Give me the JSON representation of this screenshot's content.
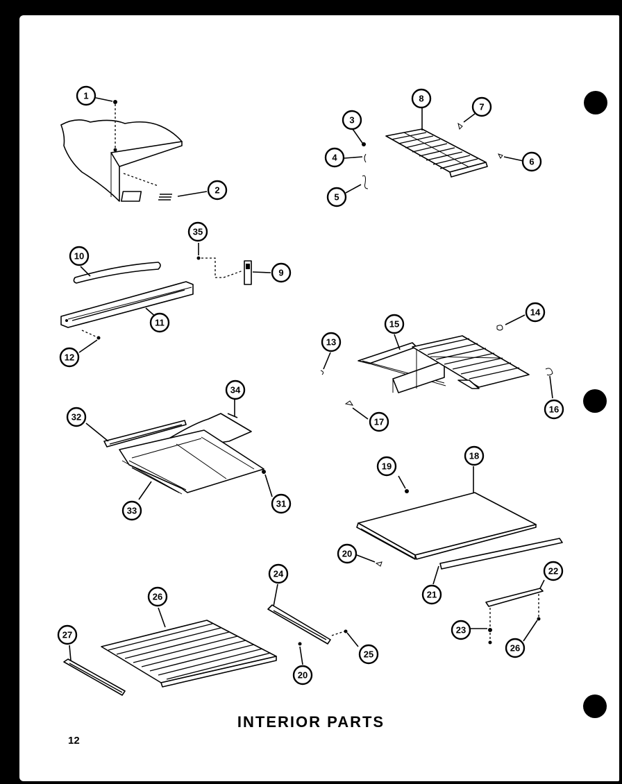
{
  "page": {
    "title": "INTERIOR PARTS",
    "page_number": "12"
  },
  "callouts": [
    {
      "label": "1"
    },
    {
      "label": "2"
    },
    {
      "label": "3"
    },
    {
      "label": "4"
    },
    {
      "label": "5"
    },
    {
      "label": "6"
    },
    {
      "label": "7"
    },
    {
      "label": "8"
    },
    {
      "label": "9"
    },
    {
      "label": "10"
    },
    {
      "label": "11"
    },
    {
      "label": "12"
    },
    {
      "label": "13"
    },
    {
      "label": "14"
    },
    {
      "label": "15"
    },
    {
      "label": "16"
    },
    {
      "label": "17"
    },
    {
      "label": "18"
    },
    {
      "label": "19"
    },
    {
      "label": "20"
    },
    {
      "label": "20"
    },
    {
      "label": "21"
    },
    {
      "label": "22"
    },
    {
      "label": "23"
    },
    {
      "label": "24"
    },
    {
      "label": "25"
    },
    {
      "label": "25"
    },
    {
      "label": "26"
    },
    {
      "label": "26"
    },
    {
      "label": "27"
    },
    {
      "label": "31"
    },
    {
      "label": "32"
    },
    {
      "label": "33"
    },
    {
      "label": "34"
    },
    {
      "label": "35"
    }
  ]
}
